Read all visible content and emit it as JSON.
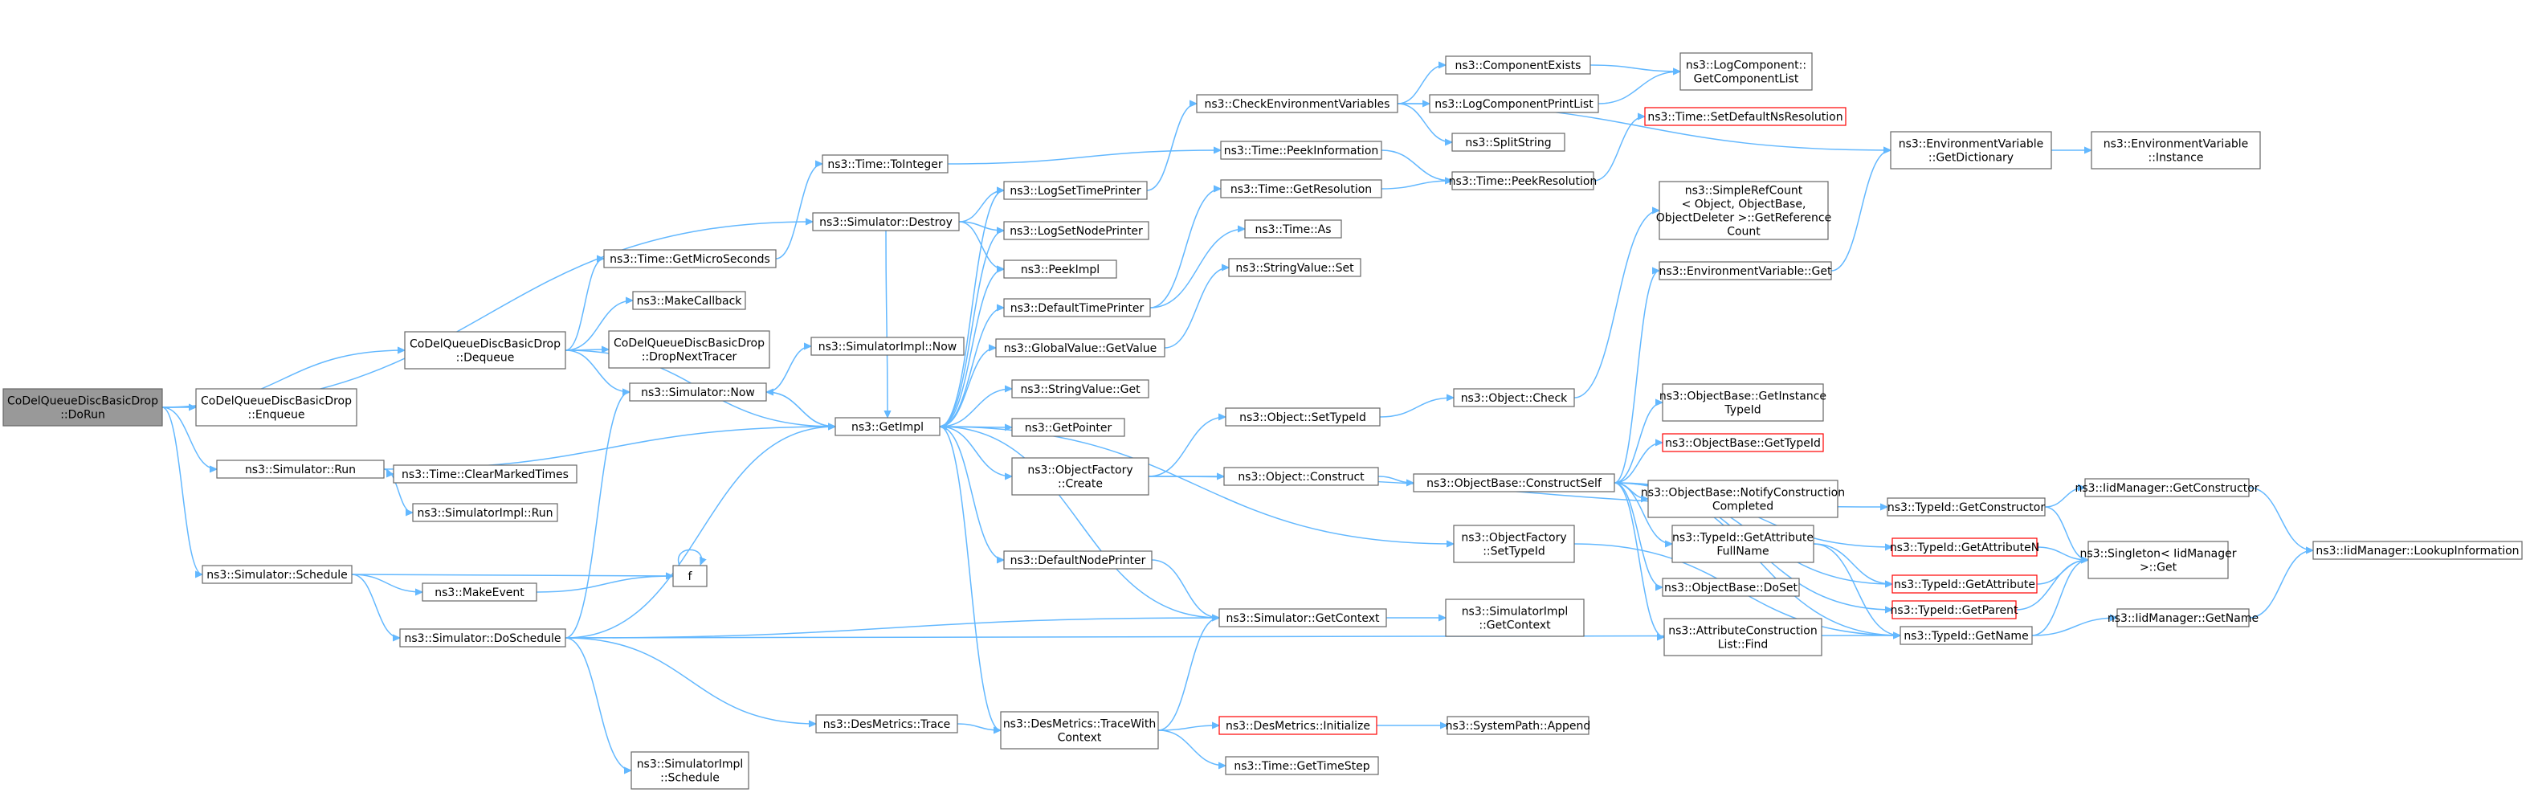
{
  "colors": {
    "edge": "#63b8ff",
    "node_border": "#666666",
    "root_fill": "#999999",
    "truncated_border": "#ff0000",
    "background": "#ffffff"
  },
  "nodes": {
    "n0": {
      "lines": [
        "CoDelQueueDiscBasicDrop",
        "::DoRun"
      ],
      "root": true
    },
    "n1": {
      "lines": [
        "CoDelQueueDiscBasicDrop",
        "::Enqueue"
      ]
    },
    "n2": {
      "lines": [
        "CoDelQueueDiscBasicDrop",
        "::Dequeue"
      ]
    },
    "n3": {
      "lines": [
        "ns3::Simulator::Destroy"
      ]
    },
    "n4": {
      "lines": [
        "ns3::Simulator::Run"
      ]
    },
    "n5": {
      "lines": [
        "ns3::Simulator::Schedule"
      ]
    },
    "n6": {
      "lines": [
        "ns3::Time::GetMicroSeconds"
      ]
    },
    "n7": {
      "lines": [
        "ns3::MakeCallback"
      ]
    },
    "n8": {
      "lines": [
        "CoDelQueueDiscBasicDrop",
        "::DropNextTracer"
      ]
    },
    "n9": {
      "lines": [
        "ns3::Simulator::Now"
      ]
    },
    "n10": {
      "lines": [
        "ns3::Time::ToInteger"
      ]
    },
    "n11": {
      "lines": [
        "ns3::SimulatorImpl::Now"
      ]
    },
    "n12": {
      "lines": [
        "ns3::Time::ClearMarkedTimes"
      ]
    },
    "n13": {
      "lines": [
        "ns3::SimulatorImpl::Run"
      ]
    },
    "n14": {
      "lines": [
        "ns3::MakeEvent"
      ]
    },
    "n15": {
      "lines": [
        "f"
      ]
    },
    "n16": {
      "lines": [
        "ns3::Simulator::DoSchedule"
      ]
    },
    "n17": {
      "lines": [
        "ns3::GetImpl"
      ]
    },
    "n18": {
      "lines": [
        "ns3::DesMetrics::Trace"
      ]
    },
    "n19": {
      "lines": [
        "ns3::SimulatorImpl",
        "::Schedule"
      ]
    },
    "n20": {
      "lines": [
        "ns3::LogSetTimePrinter"
      ]
    },
    "n21": {
      "lines": [
        "ns3::LogSetNodePrinter"
      ]
    },
    "n22": {
      "lines": [
        "ns3::PeekImpl"
      ]
    },
    "n23": {
      "lines": [
        "ns3::DefaultTimePrinter"
      ]
    },
    "n24": {
      "lines": [
        "ns3::GlobalValue::GetValue"
      ]
    },
    "n25": {
      "lines": [
        "ns3::StringValue::Get"
      ]
    },
    "n26": {
      "lines": [
        "ns3::GetPointer"
      ]
    },
    "n27": {
      "lines": [
        "ns3::ObjectFactory",
        "::Create"
      ]
    },
    "n28": {
      "lines": [
        "ns3::DefaultNodePrinter"
      ]
    },
    "n29": {
      "lines": [
        "ns3::DesMetrics::TraceWith",
        "Context"
      ]
    },
    "n30": {
      "lines": [
        "ns3::CheckEnvironmentVariables"
      ]
    },
    "n31": {
      "lines": [
        "ns3::Time::PeekInformation"
      ]
    },
    "n32": {
      "lines": [
        "ns3::Time::GetResolution"
      ]
    },
    "n33": {
      "lines": [
        "ns3::Time::As"
      ]
    },
    "n34": {
      "lines": [
        "ns3::StringValue::Set"
      ]
    },
    "n35": {
      "lines": [
        "ns3::Object::SetTypeId"
      ]
    },
    "n36": {
      "lines": [
        "ns3::Object::Construct"
      ]
    },
    "n37": {
      "lines": [
        "ns3::Simulator::GetContext"
      ]
    },
    "n38": {
      "lines": [
        "ns3::DesMetrics::Initialize"
      ],
      "truncated": true
    },
    "n39": {
      "lines": [
        "ns3::Time::GetTimeStep"
      ]
    },
    "n40": {
      "lines": [
        "ns3::ComponentExists"
      ]
    },
    "n41": {
      "lines": [
        "ns3::LogComponentPrintList"
      ]
    },
    "n42": {
      "lines": [
        "ns3::SplitString"
      ]
    },
    "n43": {
      "lines": [
        "ns3::Time::PeekResolution"
      ]
    },
    "n44": {
      "lines": [
        "ns3::Object::Check"
      ]
    },
    "n45": {
      "lines": [
        "ns3::ObjectBase::ConstructSelf"
      ]
    },
    "n46": {
      "lines": [
        "ns3::ObjectFactory",
        "::SetTypeId"
      ]
    },
    "n47": {
      "lines": [
        "ns3::SimulatorImpl",
        "::GetContext"
      ]
    },
    "n48": {
      "lines": [
        "ns3::SystemPath::Append"
      ]
    },
    "n49": {
      "lines": [
        "ns3::LogComponent::",
        "GetComponentList"
      ]
    },
    "n50": {
      "lines": [
        "ns3::Time::SetDefaultNsResolution"
      ],
      "truncated": true
    },
    "n51": {
      "lines": [
        "ns3::SimpleRefCount",
        "< Object, ObjectBase,",
        " ObjectDeleter >::GetReference",
        "Count"
      ]
    },
    "n52": {
      "lines": [
        "ns3::EnvironmentVariable::Get"
      ]
    },
    "n53": {
      "lines": [
        "ns3::ObjectBase::GetInstance",
        "TypeId"
      ]
    },
    "n54": {
      "lines": [
        "ns3::ObjectBase::GetTypeId"
      ],
      "truncated": true
    },
    "n55": {
      "lines": [
        "ns3::ObjectBase::NotifyConstruction",
        "Completed"
      ]
    },
    "n56": {
      "lines": [
        "ns3::TypeId::GetAttribute",
        "FullName"
      ]
    },
    "n57": {
      "lines": [
        "ns3::ObjectBase::DoSet"
      ]
    },
    "n58": {
      "lines": [
        "ns3::AttributeConstruction",
        "List::Find"
      ]
    },
    "n59": {
      "lines": [
        "ns3::EnvironmentVariable",
        "::GetDictionary"
      ]
    },
    "n60": {
      "lines": [
        "ns3::TypeId::GetConstructor"
      ]
    },
    "n61": {
      "lines": [
        "ns3::TypeId::GetAttributeN"
      ],
      "truncated": true
    },
    "n62": {
      "lines": [
        "ns3::TypeId::GetAttribute"
      ],
      "truncated": true
    },
    "n63": {
      "lines": [
        "ns3::TypeId::GetParent"
      ],
      "truncated": true
    },
    "n64": {
      "lines": [
        "ns3::TypeId::GetName"
      ]
    },
    "n65": {
      "lines": [
        "ns3::EnvironmentVariable",
        "::Instance"
      ]
    },
    "n66": {
      "lines": [
        "ns3::IidManager::GetConstructor"
      ]
    },
    "n67": {
      "lines": [
        "ns3::Singleton< IidManager",
        " >::Get"
      ]
    },
    "n68": {
      "lines": [
        "ns3::IidManager::GetName"
      ]
    },
    "n69": {
      "lines": [
        "ns3::IidManager::LookupInformation"
      ]
    }
  }
}
